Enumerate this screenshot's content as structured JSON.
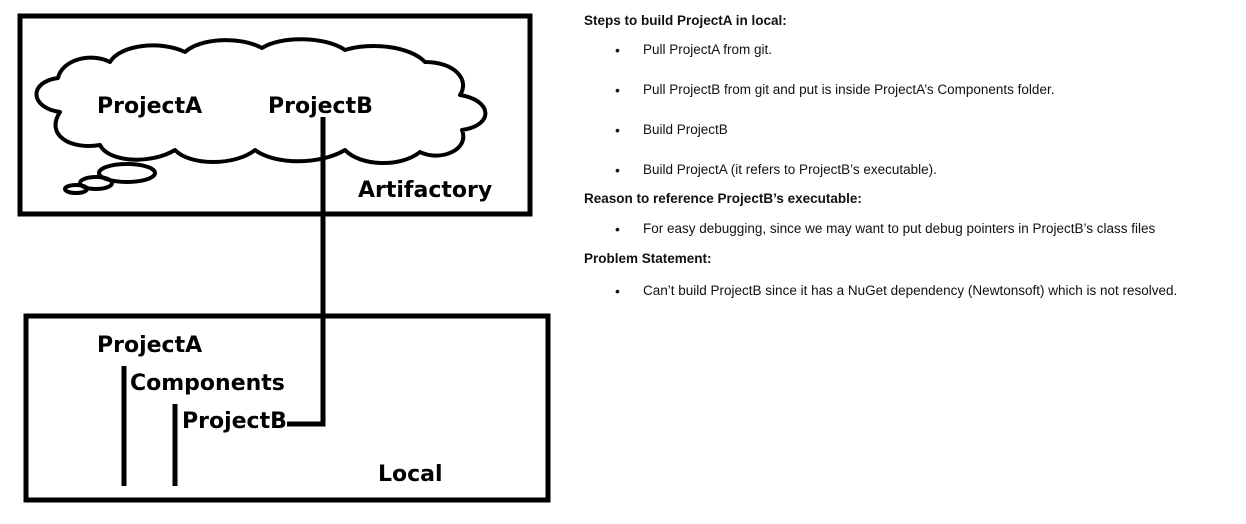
{
  "diagram": {
    "artifactory": {
      "label": "Artifactory",
      "cloud_items": [
        "ProjectA",
        "ProjectB"
      ]
    },
    "local": {
      "label": "Local",
      "tree": [
        "ProjectA",
        "Components",
        "ProjectB"
      ]
    }
  },
  "notes": {
    "steps_heading": "Steps to build ProjectA in local:",
    "steps": [
      "Pull ProjectA from git.",
      "Pull ProjectB from git and put is inside ProjectA’s Components folder.",
      "Build ProjectB",
      "Build ProjectA (it refers to ProjectB’s executable)."
    ],
    "reason_heading": "Reason to reference ProjectB’s executable:",
    "reasons": [
      "For easy debugging, since we may want to put debug pointers in ProjectB’s class files"
    ],
    "problem_heading": "Problem Statement:",
    "problems": [
      "Can’t build ProjectB since it has a NuGet dependency (Newtonsoft) which is not resolved."
    ],
    "bullet_glyph": "•"
  }
}
